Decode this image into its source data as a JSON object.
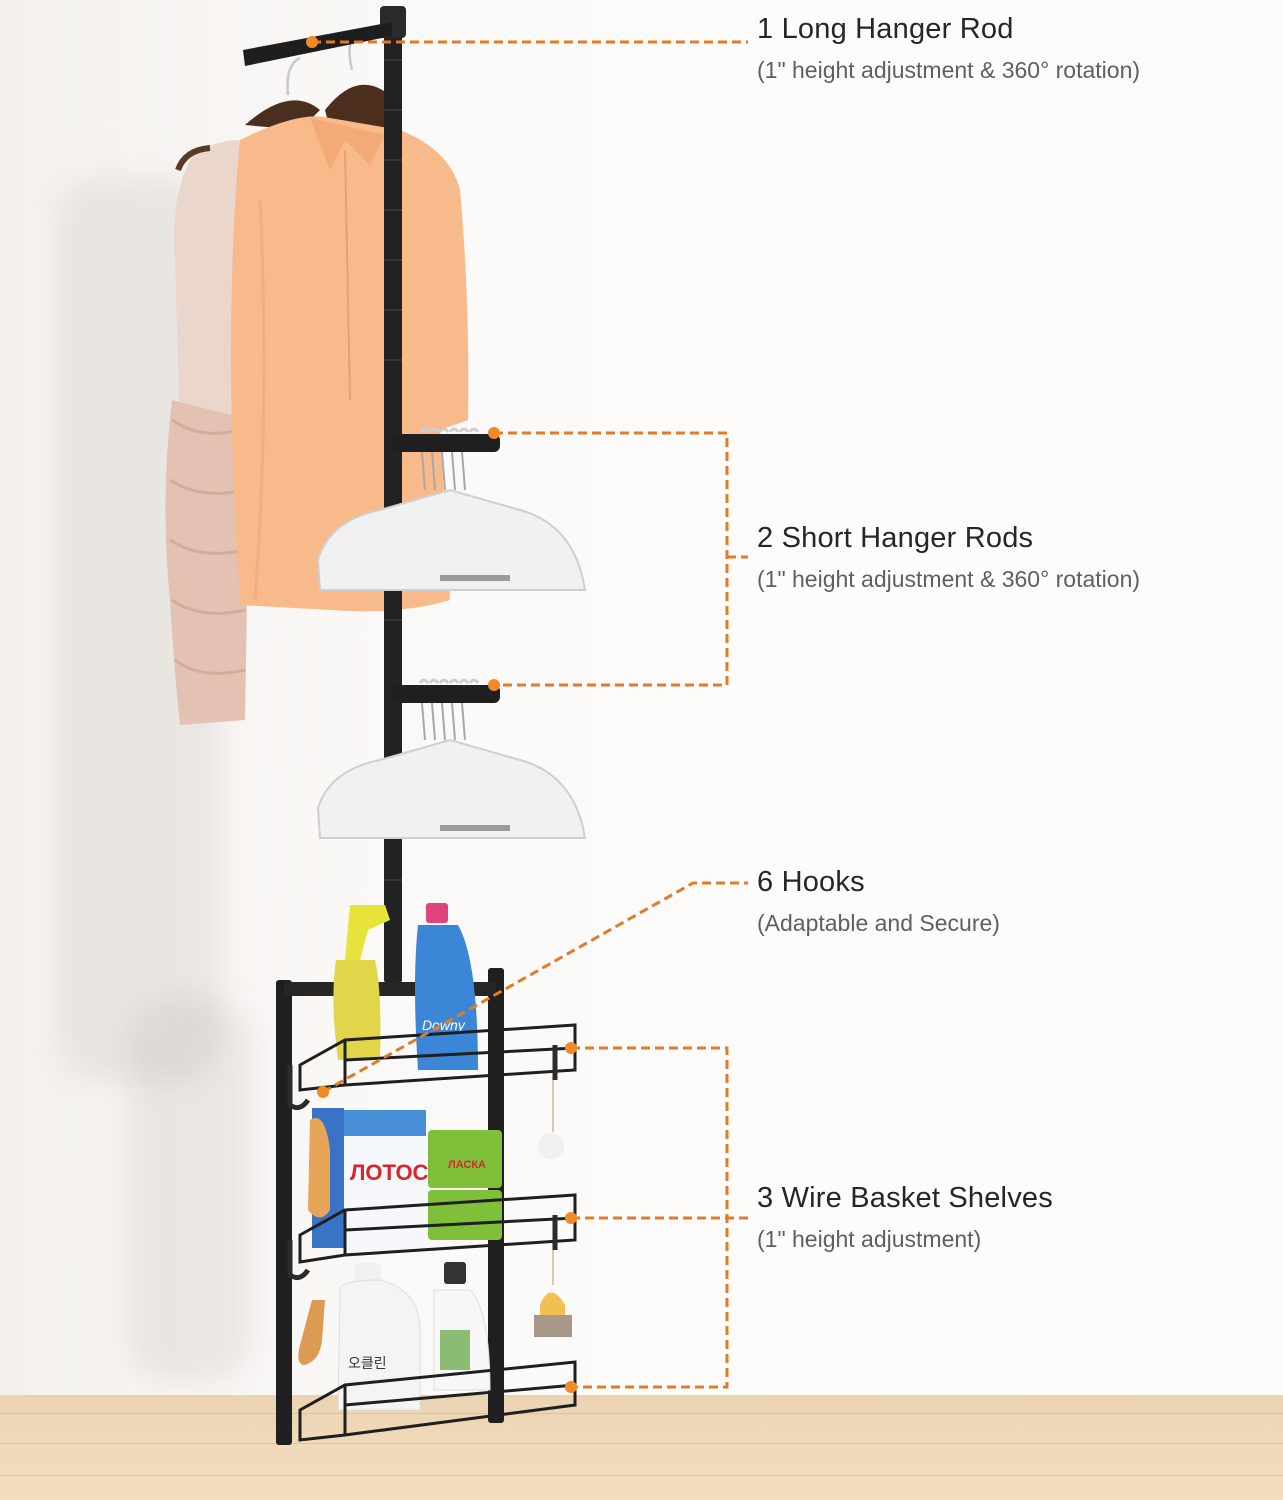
{
  "accent_color": "#e07b2a",
  "features": [
    {
      "title": "1 Long Hanger Rod",
      "subtitle": "(1\" height adjustment & 360° rotation)"
    },
    {
      "title": "2 Short Hanger Rods",
      "subtitle": "(1\" height adjustment & 360° rotation)"
    },
    {
      "title": "6 Hooks",
      "subtitle": "(Adaptable and Secure)"
    },
    {
      "title": "3 Wire Basket Shelves",
      "subtitle": "(1\" height adjustment)"
    }
  ],
  "product_labels": {
    "detergent_box": "ЛОТОС",
    "fabric_softener": "Downy",
    "pods": "ЛАСКА",
    "bottle_korean": "오클린"
  }
}
